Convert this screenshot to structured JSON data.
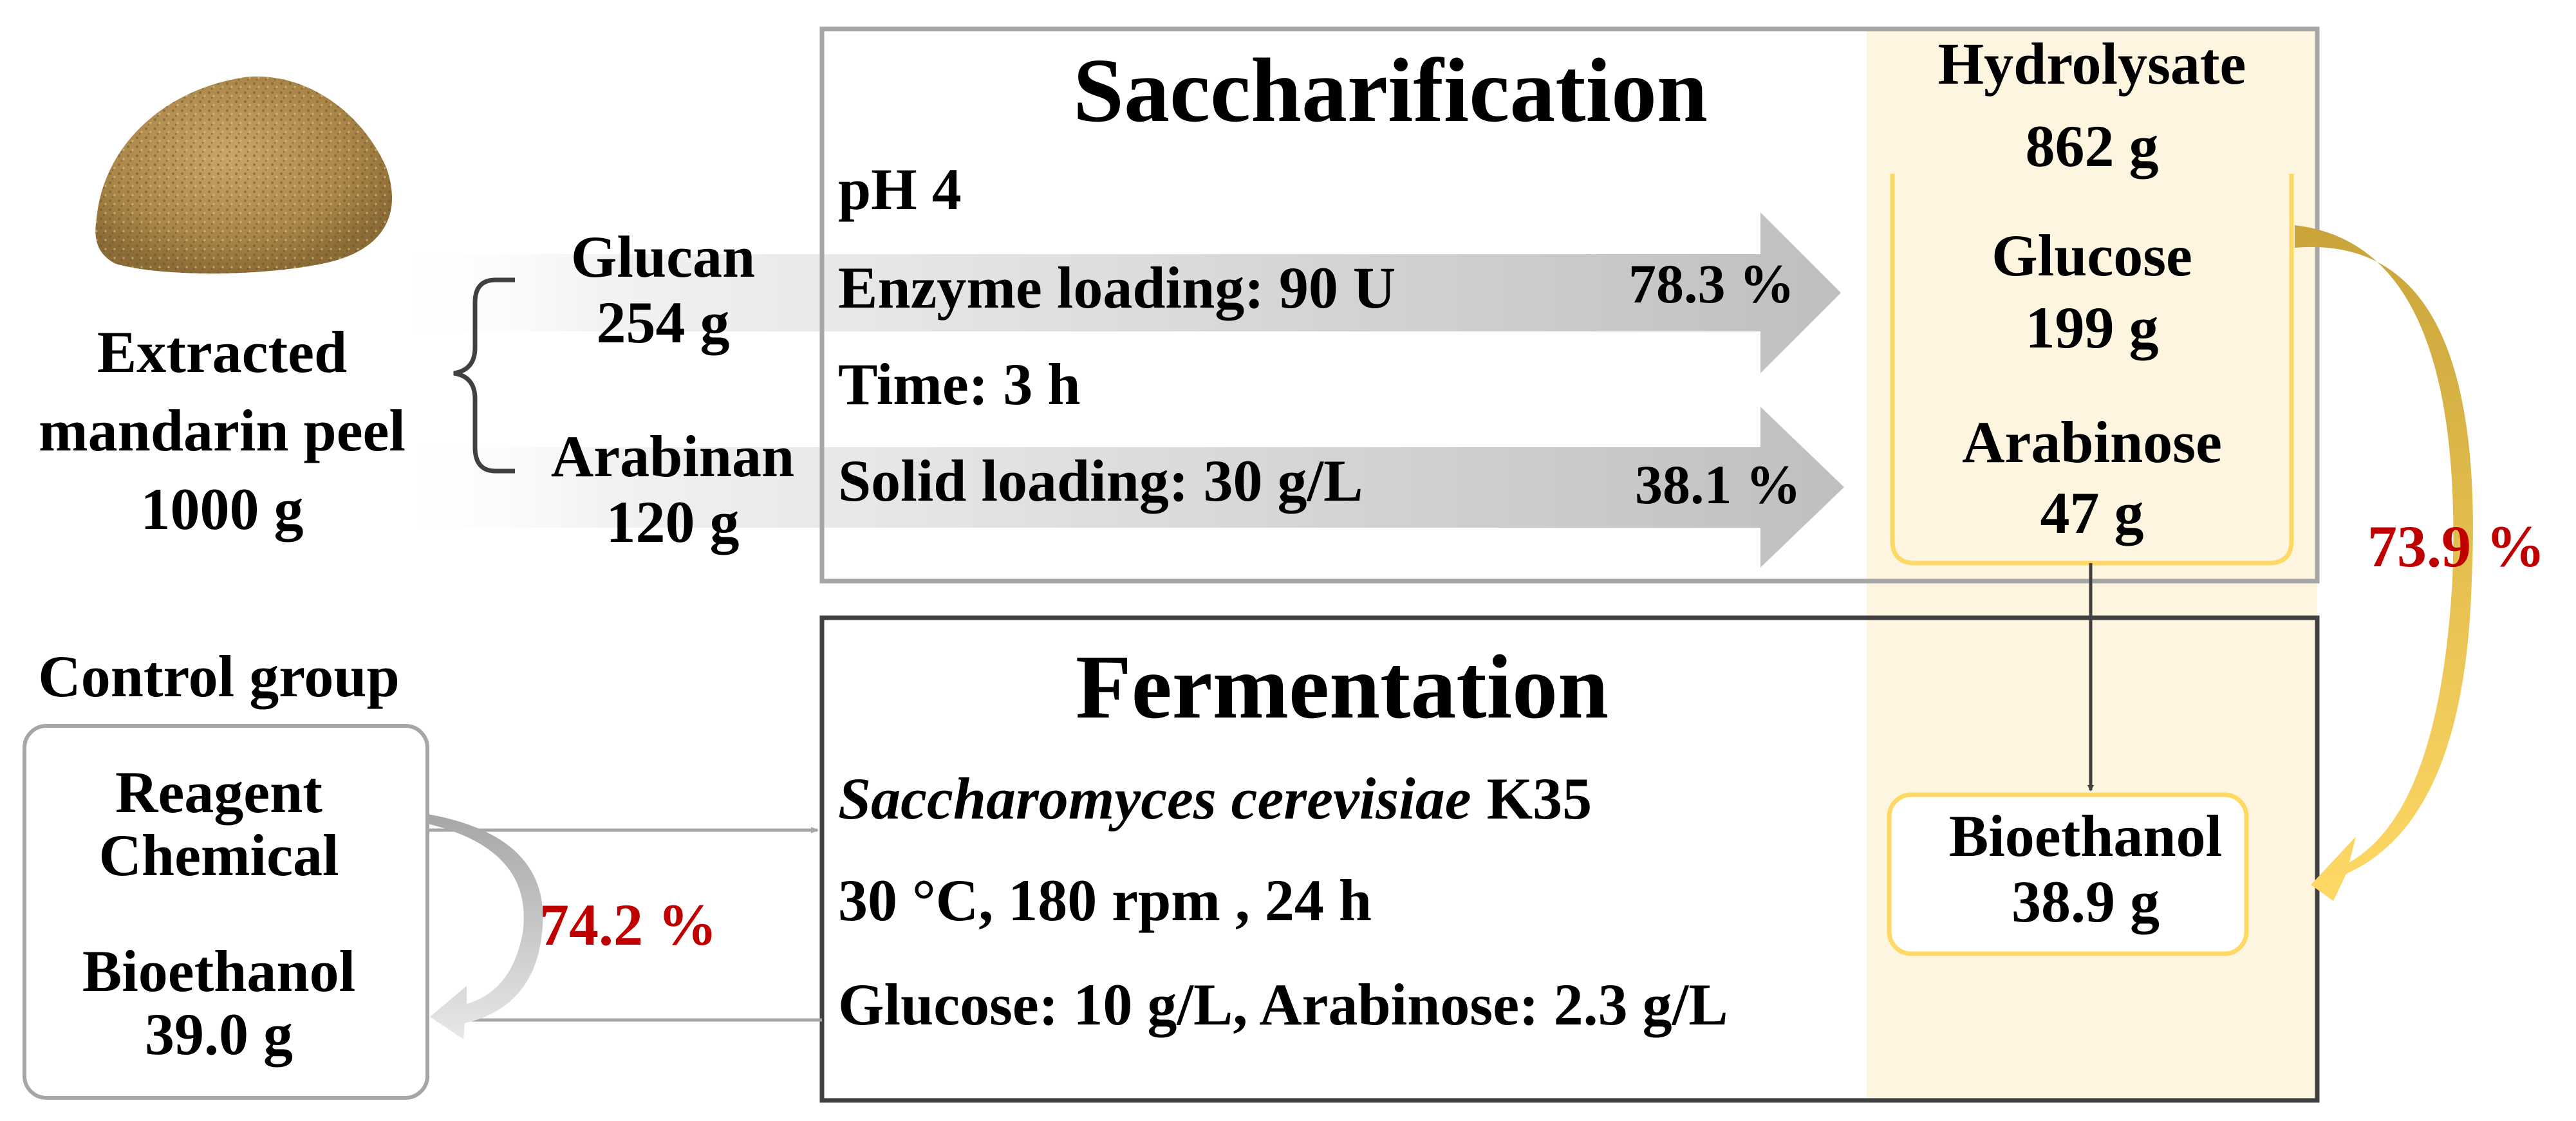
{
  "colors": {
    "highlight_band": "#fdf5e0",
    "hydrolysate_box_border": "#ffd966",
    "percent_red": "#c00000",
    "saccharification_border": "#a6a6a6",
    "fermentation_border": "#404040",
    "gradient_arrow_grey": "#bfbfbf",
    "curved_arrow_gold": "#c9a43a",
    "curved_arrow_yellow": "#ffd966",
    "peel_powder": "#b08a4e"
  },
  "feedstock": {
    "line1": "Extracted",
    "line2": "mandarin peel",
    "amount": "1000 g",
    "image_icon": "mandarin-peel-powder-icon"
  },
  "components": {
    "glucan_label": "Glucan",
    "glucan_amount": "254 g",
    "arabinan_label": "Arabinan",
    "arabinan_amount": "120 g"
  },
  "saccharification": {
    "title": "Saccharification",
    "ph": "pH 4",
    "enzyme": "Enzyme loading: 90 U",
    "time": "Time: 3 h",
    "solid": "Solid loading: 30 g/L",
    "glucan_yield": "78.3 %",
    "arabinan_yield": "38.1 %"
  },
  "hydrolysate": {
    "title": "Hydrolysate",
    "amount": "862 g",
    "glucose_label": "Glucose",
    "glucose_amount": "199 g",
    "arabinose_label": "Arabinose",
    "arabinose_amount": "47 g"
  },
  "fermentation": {
    "title": "Fermentation",
    "strain_species": "Saccharomyces cerevisiae",
    "strain_code": "K35",
    "conditions": "30 °C, 180 rpm , 24 h",
    "medium": "Glucose: 10 g/L, Arabinose: 2.3 g/L"
  },
  "product": {
    "label": "Bioethanol",
    "amount": "38.9 g",
    "overall_yield": "73.9 %"
  },
  "control": {
    "title": "Control group",
    "reagent_line1": "Reagent",
    "reagent_line2": "Chemical",
    "bioethanol_label": "Bioethanol",
    "bioethanol_amount": "39.0 g",
    "yield": "74.2 %"
  }
}
